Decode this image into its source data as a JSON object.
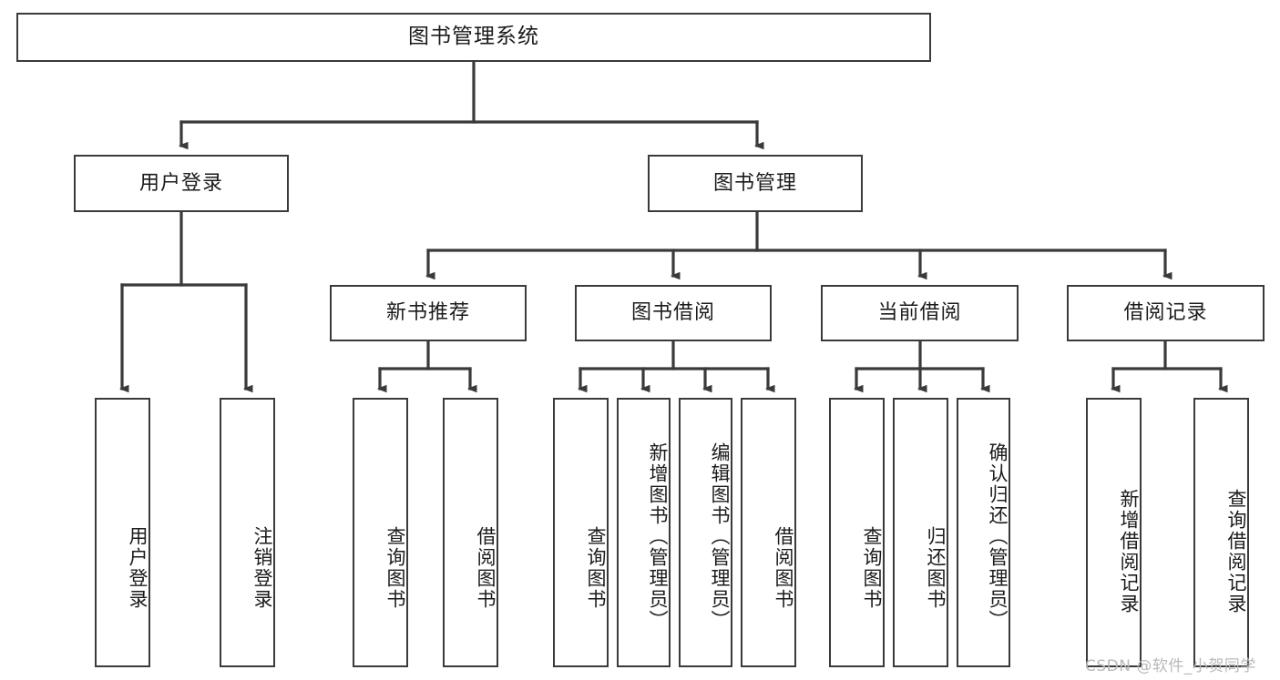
{
  "diagram": {
    "type": "hierarchy-tree",
    "title": "图书管理系统",
    "watermark": "CSDN @软件_小贺同学",
    "colors": {
      "box_border": "#3a3a3a",
      "box_fill": "#ffffff",
      "connector": "#3a3a3a",
      "text": "#1b1b1b",
      "watermark": "#b9b9b9"
    },
    "levels": {
      "level0": [
        "图书管理系统"
      ],
      "level1": [
        "用户登录",
        "图书管理"
      ],
      "level2": [
        "新书推荐",
        "图书借阅",
        "当前借阅",
        "借阅记录"
      ],
      "level3": [
        "用户登录",
        "注销登录",
        "查询图书",
        "借阅图书",
        "查询图书",
        "新增图书（管理员）",
        "编辑图书（管理员）",
        "借阅图书",
        "查询图书",
        "归还图书",
        "确认归还（管理员）",
        "新增借阅记录",
        "查询借阅记录"
      ]
    },
    "nodes": {
      "root": {
        "label": "图书管理系统"
      },
      "user_login": {
        "label": "用户登录"
      },
      "book_manage": {
        "label": "图书管理"
      },
      "new_book_rec": {
        "label": "新书推荐"
      },
      "book_borrow": {
        "label": "图书借阅"
      },
      "current_borrow": {
        "label": "当前借阅"
      },
      "borrow_record": {
        "label": "借阅记录"
      },
      "leaf_user_login": {
        "label": "用户登录"
      },
      "leaf_logout": {
        "label": "注销登录"
      },
      "leaf_query_book_1": {
        "label": "查询图书"
      },
      "leaf_borrow_book_1": {
        "label": "借阅图书"
      },
      "leaf_query_book_2": {
        "label": "查询图书"
      },
      "leaf_add_book": {
        "label": "新增图书（管理员）"
      },
      "leaf_edit_book": {
        "label": "编辑图书（管理员）"
      },
      "leaf_borrow_book_2": {
        "label": "借阅图书"
      },
      "leaf_query_book_3": {
        "label": "查询图书"
      },
      "leaf_return_book": {
        "label": "归还图书"
      },
      "leaf_confirm_return": {
        "label": "确认归还（管理员）"
      },
      "leaf_add_record": {
        "label": "新增借阅记录"
      },
      "leaf_query_record": {
        "label": "查询借阅记录"
      }
    }
  }
}
